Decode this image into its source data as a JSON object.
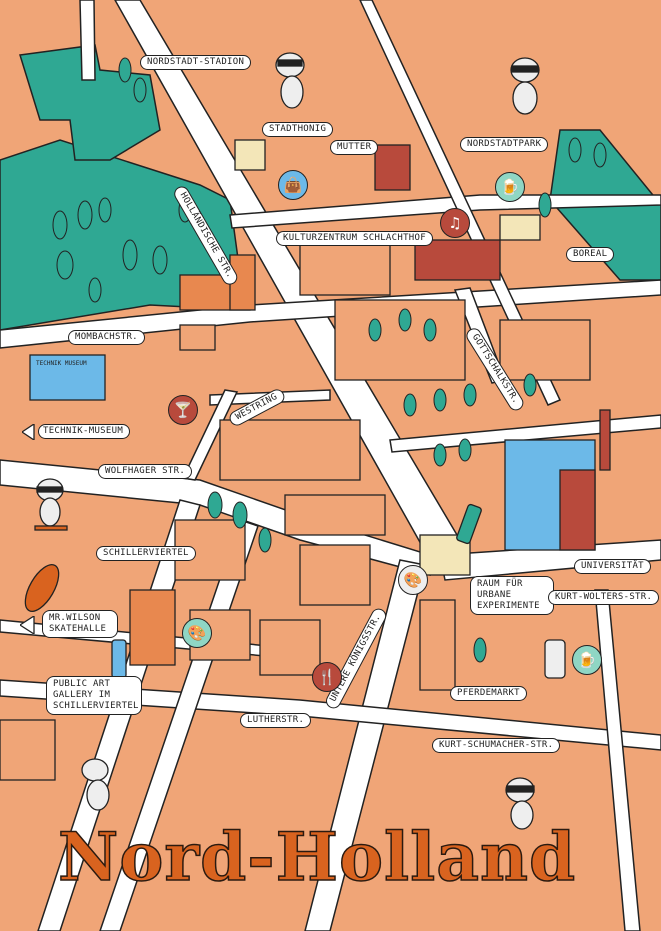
{
  "title": "Nord-Holland",
  "labels": {
    "nordstadt_stadion": "NORDSTADT-STADION",
    "stadthonig": "STADTHONIG",
    "mutter": "MUTTER",
    "nordstadtpark": "NORDSTADTPARK",
    "kulturzentrum": "KULTURZENTRUM SCHLACHTHOF",
    "boreal": "BOREAL",
    "mombachstr": "MOMBACHSTR.",
    "technik_museum": "TECHNIK-MUSEUM",
    "westring": "WESTRING",
    "wolfhager": "WOLFHAGER STR.",
    "schillerviertel": "SCHILLERVIERTEL",
    "skatehalle": "MR.WILSON SKATEHALLE",
    "public_art": "PUBLIC ART GALLERY IM SCHILLERVIERTEL",
    "lutherstr": "LUTHERSTR.",
    "untere_koenigstr": "UNTERE KÖNIGSSTR.",
    "raum": "RAUM FÜR URBANE EXPERIMENTE",
    "kurt_wolters": "KURT-WOLTERS-STR.",
    "universitaet": "UNIVERSITÄT",
    "pferdemarkt": "PFERDEMARKT",
    "kurt_schumacher": "KURT-SCHUMACHER-STR.",
    "hollaendische": "HOLLÄNDISCHE STR.",
    "gottschalkstr": "GOTTSCHALKSTR.",
    "technik_building_sign": "TECHNIK MUSEUM"
  },
  "colors": {
    "ground": "#f0a577",
    "road": "#ffffff",
    "park": "#2fa893",
    "title": "#d9631f",
    "building_blue": "#6cb9e8",
    "building_red": "#b84a3c"
  },
  "icons": {
    "beer_north": "beer-icon",
    "bag": "shopping-bag-icon",
    "music": "music-note-icon",
    "cocktail": "cocktail-icon",
    "palette": "palette-icon",
    "palette_center": "palette-icon",
    "cutlery": "cutlery-icon",
    "beer_south": "beer-icon"
  }
}
